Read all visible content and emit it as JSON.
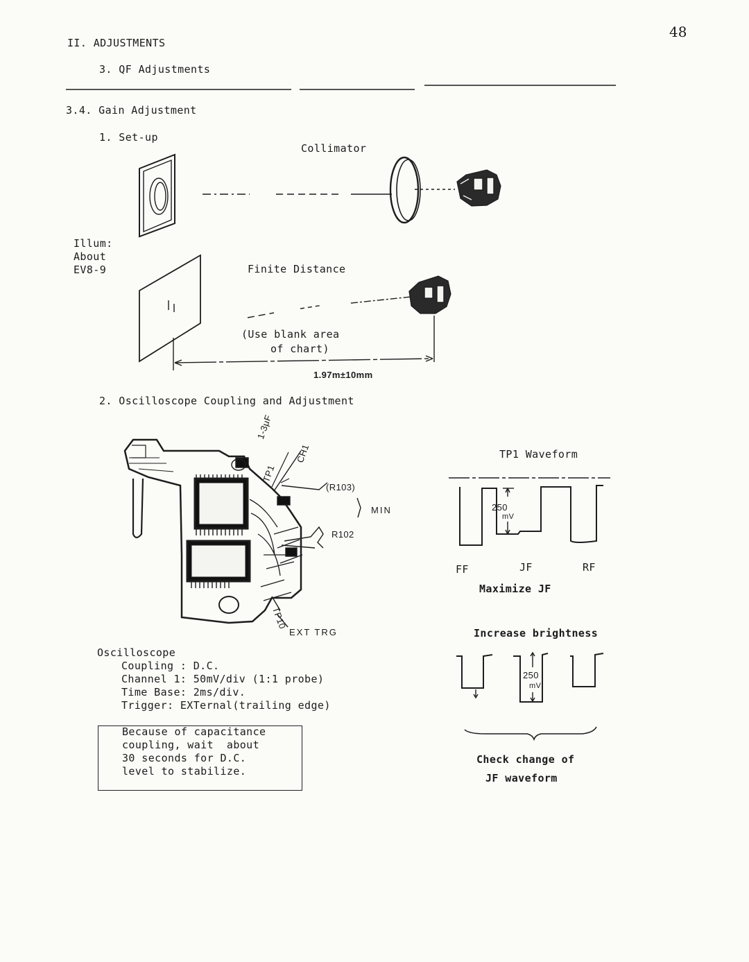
{
  "page_number": "48",
  "header": {
    "chapter": "II. ADJUSTMENTS",
    "section": "3. QF Adjustments"
  },
  "subsection": {
    "title": "3.4. Gain Adjustment"
  },
  "setup": {
    "heading": "1. Set-up",
    "collimator_label": "Collimator",
    "illum_lines": [
      "Illum:",
      "About",
      "EV8-9"
    ],
    "finite_distance_label": "Finite Distance",
    "blank_area_lines": [
      "(Use blank area",
      "of chart)"
    ],
    "distance_label": "1.97m±10mm"
  },
  "oscilloscope_section": {
    "heading": "2. Oscilloscope Coupling and Adjustment",
    "board_labels": {
      "capacitor": "1-3μF",
      "tp1": "TP1",
      "ch1": "CH1",
      "r103": "(R103)",
      "min": "MIN",
      "r102": "R102",
      "tp10": "TP10",
      "ext_trig": "EXT TRG"
    },
    "settings": {
      "title": "Oscilloscope",
      "lines": [
        "Coupling : D.C.",
        "Channel 1: 50mV/div (1:1 probe)",
        "Time Base: 2ms/div.",
        "Trigger: EXTernal(trailing edge)"
      ]
    },
    "note_lines": [
      "Because of capacitance",
      "coupling, wait  about",
      "30 seconds for D.C.",
      "level to stabilize."
    ]
  },
  "waveform": {
    "title": "TP1 Waveform",
    "amplitude_label_top": "250",
    "unit_label_top": "mV",
    "labels": [
      "FF",
      "JF",
      "RF"
    ],
    "maximize_label": "Maximize JF",
    "increase_label": "Increase brightness",
    "amplitude_label_bottom": "250",
    "unit_label_bottom": "mV",
    "check_lines": [
      "Check change of",
      "JF waveform"
    ]
  }
}
